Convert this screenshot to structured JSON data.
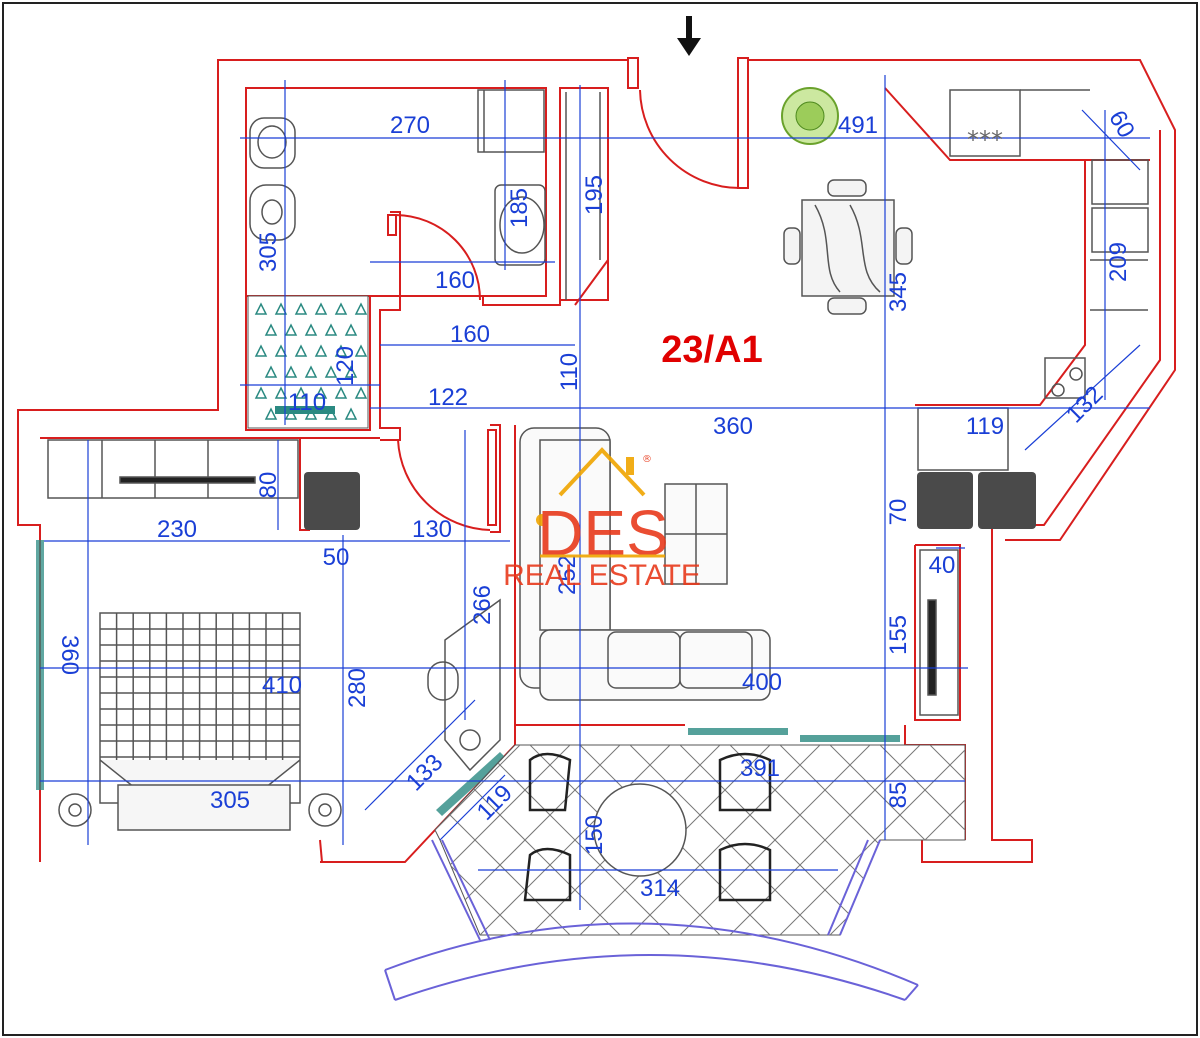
{
  "unit_label": "23/A1",
  "logo": {
    "letters": "DES",
    "subtitle": "REAL ESTATE",
    "mark": "®"
  },
  "hob_marks": "***",
  "dimensions": {
    "bath_width": "270",
    "bath_height": "305",
    "bath_inner_height": "185",
    "bath_depth": "195",
    "bath_door": "160",
    "hall_width": "160",
    "shower_height": "120",
    "shower_width": "110",
    "hall_depth": "110",
    "hall_lower": "122",
    "living_width": "360",
    "kitchen_width": "491",
    "kitchen_corner": "60",
    "kitchen_side": "209",
    "kitchen_height": "345",
    "kitchen_diag": "132",
    "counter": "119",
    "wardrobe_depth": "80",
    "bed_width": "230",
    "bed_gap": "50",
    "bed_door": "130",
    "corridor": "266",
    "living_middle": "252",
    "bed_height": "360",
    "bed_length": "410",
    "bed_inner": "280",
    "living_length": "400",
    "living_side": "70",
    "fridge_depth": "40",
    "living_lower": "155",
    "bed_foot": "305",
    "diag_a": "133",
    "diag_b": "119",
    "balcony_width": "391",
    "balcony_side": "85",
    "balcony_depth": "150",
    "balcony_length": "314"
  }
}
